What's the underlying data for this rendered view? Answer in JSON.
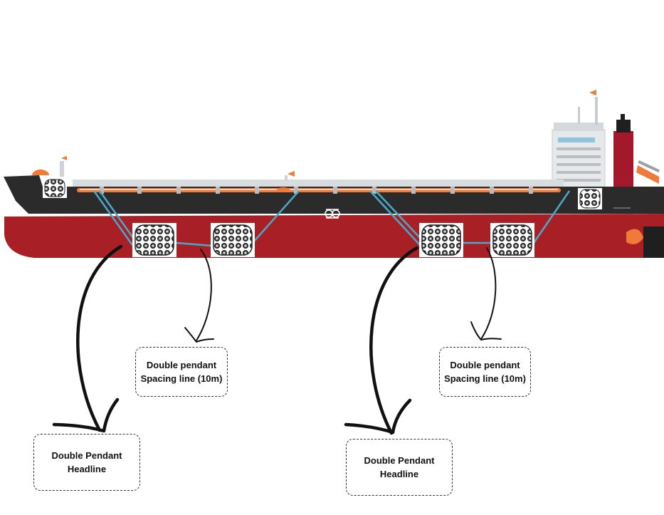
{
  "callouts": {
    "spacing_left": {
      "line1": "Double pendant",
      "line2": "Spacing line (10m)"
    },
    "spacing_right": {
      "line1": "Double pendant",
      "line2": "Spacing line (10m)"
    },
    "headline_left": {
      "line1": "Double Pendant",
      "line2": "Headline"
    },
    "headline_right": {
      "line1": "Double Pendant",
      "line2": "Headline"
    }
  },
  "colors": {
    "hull_red": "#a82025",
    "hull_black": "#2b2b2b",
    "rail_orange": "#f07a3a",
    "line_blue": "#4aa8c8",
    "funnel_red": "#a3182a",
    "superstructure": "#e6e8ea"
  },
  "icons": [
    "fender-icon",
    "ship-icon"
  ]
}
